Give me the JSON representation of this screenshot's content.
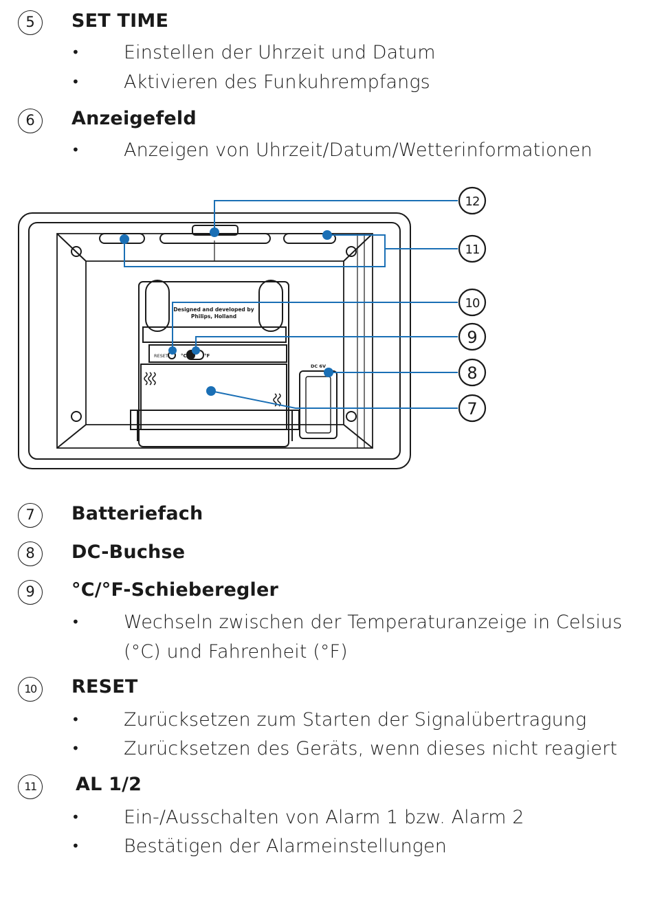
{
  "sections_top": [
    {
      "num": "5",
      "title": "SET TIME",
      "bullets": [
        "Einstellen der Uhrzeit und Datum",
        "Aktivieren des Funkuhrempfangs"
      ]
    },
    {
      "num": "6",
      "title": "Anzeigefeld",
      "bullets": [
        "Anzeigen von Uhrzeit/Datum/Wetterinformationen"
      ]
    }
  ],
  "diagram": {
    "label_designed": "Designed and developed by",
    "label_philips": "Philips, Holland",
    "label_reset": "RESET",
    "label_c": "°C",
    "label_f": "°F",
    "label_dc": "DC 6V",
    "callouts": [
      "12",
      "11",
      "10",
      "9",
      "8",
      "7"
    ],
    "line_color": "#1a6fb5"
  },
  "sections_bottom": [
    {
      "num": "7",
      "title": "Batteriefach"
    },
    {
      "num": "8",
      "title": "DC-Buchse"
    },
    {
      "num": "9",
      "title": "°C/°F-Schieberegler",
      "bullets": [
        "Wechseln zwischen der Temperaturanzeige in Celsius",
        "(°C) und Fahrenheit (°F)"
      ]
    },
    {
      "num": "10",
      "title": "RESET",
      "bullets": [
        "Zurücksetzen zum Starten der Signalübertragung",
        "Zurücksetzen des Geräts, wenn dieses nicht reagiert"
      ]
    },
    {
      "num": "11",
      "title": "AL 1/2",
      "bullets": [
        "Ein-/Ausschalten von Alarm 1 bzw. Alarm 2",
        "Bestätigen der Alarmeinstellungen"
      ]
    }
  ]
}
